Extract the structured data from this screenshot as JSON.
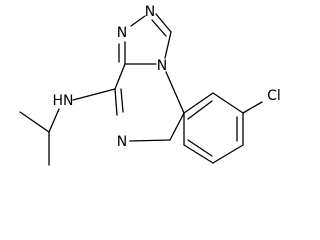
{
  "molecule": {
    "atoms": {
      "n_triazole_top": "N",
      "n_triazole_left": "N",
      "n_triazole_fused": "N",
      "n_quinox": "N",
      "nh": "HN",
      "cl": "Cl"
    }
  }
}
